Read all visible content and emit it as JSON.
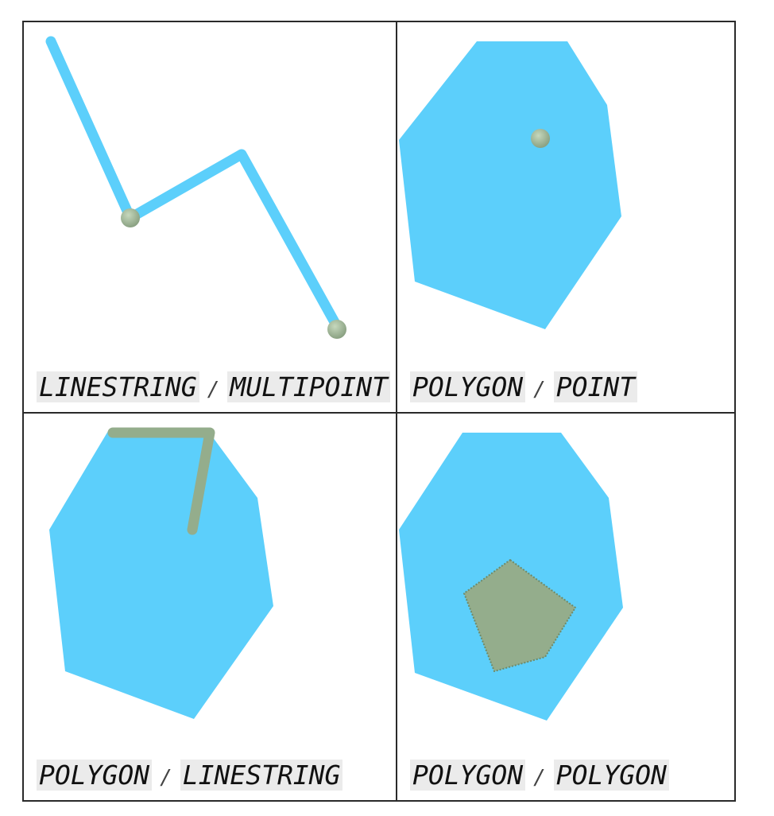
{
  "panels": [
    {
      "geometry_a": "LINESTRING",
      "separator": "/",
      "geometry_b": "MULTIPOINT"
    },
    {
      "geometry_a": "POLYGON",
      "separator": "/",
      "geometry_b": "POINT"
    },
    {
      "geometry_a": "POLYGON",
      "separator": "/",
      "geometry_b": "LINESTRING"
    },
    {
      "geometry_a": "POLYGON",
      "separator": "/",
      "geometry_b": "POLYGON"
    }
  ],
  "colors": {
    "primary_geometry": "#5ccffb",
    "secondary_geometry": "#94ad8c",
    "border": "#2a2a2a"
  }
}
